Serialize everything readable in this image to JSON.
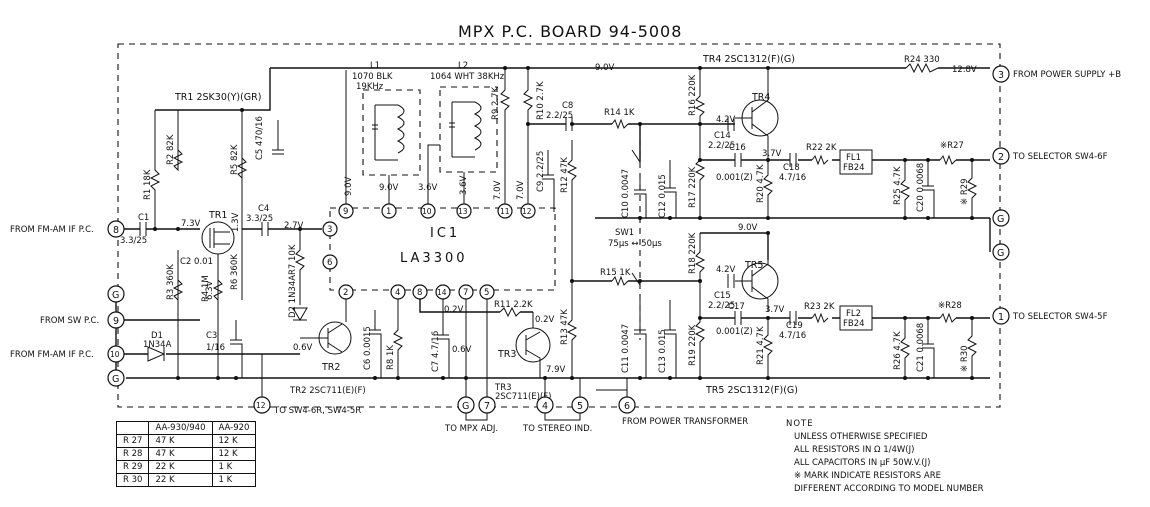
{
  "title": "MPX P.C. BOARD   94-5008",
  "ic": {
    "name": "IC1",
    "part": "LA3300"
  },
  "connectors": {
    "c3_power": {
      "num": "3",
      "label": "FROM POWER SUPPLY +B"
    },
    "c2_sel": {
      "num": "2",
      "label": "TO SELECTOR SW4-6F"
    },
    "c1_sel": {
      "num": "1",
      "label": "TO SELECTOR SW4-5F"
    },
    "g_r1": "G",
    "g_r2": "G",
    "c8": {
      "num": "8",
      "label": "FROM FM-AM IF P.C."
    },
    "g_l1": "G",
    "c9": {
      "num": "9",
      "label": "FROM SW P.C."
    },
    "c10": {
      "num": "10",
      "label": "FROM FM-AM IF P.C."
    },
    "g_l2": "G",
    "c12": {
      "num": "12",
      "label": "TO SW4-6R, SW4-5R"
    },
    "g_b": "G",
    "c7": "7",
    "c4": "4",
    "c5": "5",
    "c6": "6",
    "mpx_adj": "TO MPX ADJ.",
    "stereo_ind": "TO STEREO IND.",
    "power_tr": "FROM POWER TRANSFORMER"
  },
  "ic_pins": [
    "9",
    "1",
    "10",
    "13",
    "11",
    "12",
    "3",
    "6",
    "2",
    "4",
    "8",
    "14",
    "7",
    "5"
  ],
  "voltages": {
    "v90_top": "9.0V",
    "v128": "12.8V",
    "v90_p9": "9.0V",
    "v90_p1": "9.0V",
    "v36_a": "3.6V",
    "v36_b": "3.6V",
    "v70_a": "7.0V",
    "v70_b": "7.0V",
    "v73": "7.3V",
    "v13": "1.3V",
    "v63": "6.3V",
    "v27": "2.7V",
    "v06_d2": "0.6V",
    "v02_a": "0.2V",
    "v06_b": "0.6V",
    "v02_b": "0.2V",
    "v79": "7.9V",
    "v42_a": "4.2V",
    "v37_a": "3.7V",
    "v90_mid": "9.0V",
    "v42_b": "4.2V",
    "v37_b": "3.7V"
  },
  "components": {
    "tr1": "TR1",
    "tr1_part": "TR1  2SK30(Y)(GR)",
    "tr2": "TR2",
    "tr2_part": "TR2  2SC711(E)(F)",
    "tr3": "TR3",
    "tr3_part_a": "TR3",
    "tr3_part_b": "2SC711(E)(F)",
    "tr4": "TR4",
    "tr4_part": "TR4  2SC1312(F)(G)",
    "tr5": "TR5",
    "tr5_part": "TR5  2SC1312(F)(G)",
    "l1_a": "L1",
    "l1_b": "1070 BLK",
    "l1_c": "19KHz",
    "l2_a": "L2",
    "l2_b": "1064 WHT 38KHz",
    "r1": "R1 18K",
    "r2": "R2 82K",
    "r3": "R3 360K",
    "r4": "R4 1M",
    "r5": "R5 82K",
    "r6": "R6 360K",
    "r7": "R7 10K",
    "r8": "R8 1K",
    "r9": "R9 2.7K",
    "r10": "R10 2.7K",
    "r11": "R11 2.2K",
    "r12": "R12 47K",
    "r13": "R13 47K",
    "r14": "R14 1K",
    "r15": "R15 1K",
    "r16": "R16 220K",
    "r17": "R17 220K",
    "r18": "R18 220K",
    "r19": "R19 220K",
    "r20": "R20 4.7K",
    "r21": "R21 4.7K",
    "r22": "R22 2K",
    "r23": "R23 2K",
    "r24": "R24 330",
    "r25": "R25 4.7K",
    "r26": "R26 4.7K",
    "r27": "※R27",
    "r28": "※R28",
    "r29": "※ R29",
    "r30": "※ R30",
    "c1_a": "C1",
    "c1_b": "3.3/25",
    "c2": "C2 0.01",
    "c3_a": "C3",
    "c3_b": "1/16",
    "c4_a": "C4",
    "c4_b": "3.3/25",
    "c5": "C5 470/16",
    "c6": "C6 0.0015",
    "c7": "C7 4.7/16",
    "c8_a": "C8",
    "c8_b": "2.2/25",
    "c9": "C9 2.2/25",
    "c10": "C10 0.0047",
    "c11": "C11 0.0047",
    "c12": "C12 0.015",
    "c13": "C13 0.015",
    "c14_a": "C14",
    "c14_b": "2.2/25",
    "c15_a": "C15",
    "c15_b": "2.2/25",
    "c16_a": "C16",
    "c16_b": "0.001(Z)",
    "c17_a": "C17",
    "c17_b": "0.001(Z)",
    "c18_a": "C18",
    "c18_b": "4.7/16",
    "c19_a": "C19",
    "c19_b": "4.7/16",
    "c20": "C20 0.0068",
    "c21": "C21 0.0068",
    "d1_a": "D1",
    "d1_b": "1N34A",
    "d2": "D2 1N34A",
    "fl1_a": "FL1",
    "fl1_b": "FB24",
    "fl2_a": "FL2",
    "fl2_b": "FB24",
    "sw1": "SW1",
    "sw1_mode": "75μs ↔ 50μs"
  },
  "table": {
    "headers": [
      "",
      "AA-930/940",
      "AA-920"
    ],
    "rows": [
      [
        "R 27",
        "47 K",
        "12 K"
      ],
      [
        "R 28",
        "47 K",
        "12 K"
      ],
      [
        "R 29",
        "22 K",
        "1 K"
      ],
      [
        "R 30",
        "22 K",
        "1 K"
      ]
    ]
  },
  "notes": {
    "header": "NOTE",
    "lines": [
      "UNLESS OTHERWISE SPECIFIED",
      "ALL RESISTORS IN Ω 1/4W(J)",
      "ALL CAPACITORS IN μF 50W.V.(J)",
      "※ MARK INDICATE RESISTORS ARE",
      "DIFFERENT ACCORDING TO MODEL NUMBER"
    ]
  }
}
